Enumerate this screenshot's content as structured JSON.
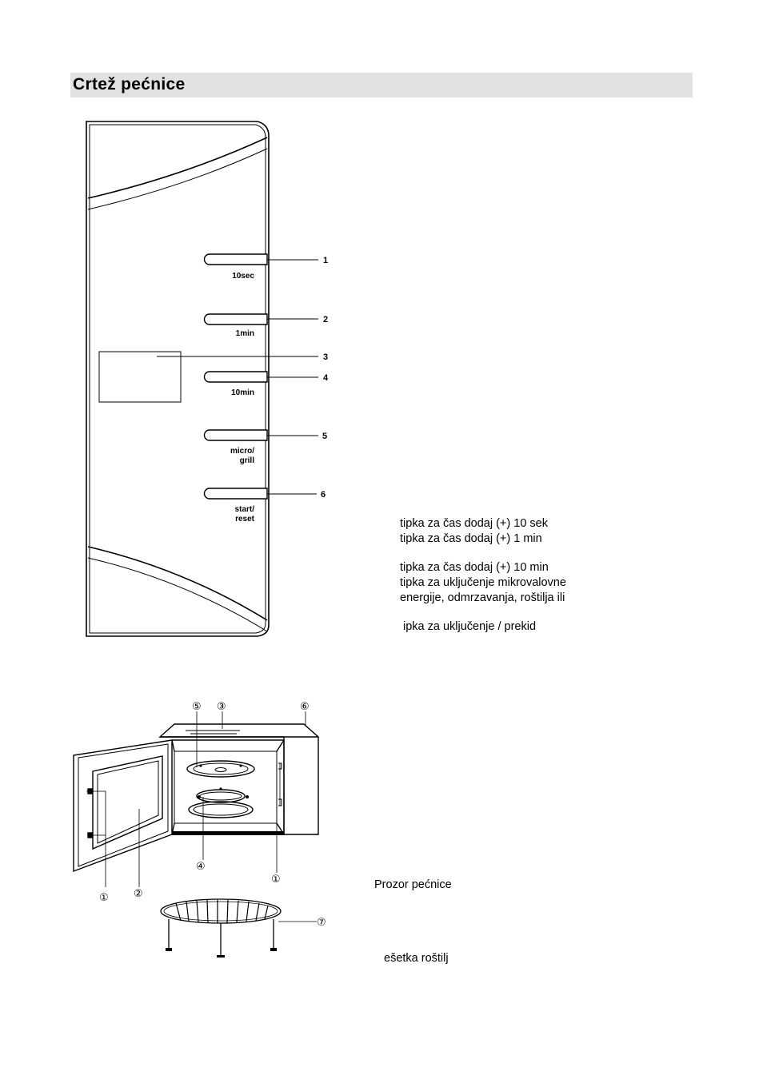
{
  "page": {
    "title": "Crtež pećnice"
  },
  "control_panel": {
    "buttons": [
      {
        "number": "1",
        "label": "10sec"
      },
      {
        "number": "2",
        "label": "1min"
      },
      {
        "number": "4",
        "label": "10min"
      },
      {
        "number": "5",
        "label": "micro/\ngrill"
      },
      {
        "number": "6",
        "label": "start/\nreset"
      }
    ],
    "display_number": "3"
  },
  "control_descriptions": [
    "tipka za čas dodaj (+) 10 sek",
    "tipka za čas dodaj (+) 1 min",
    "tipka za čas dodaj (+) 10 min",
    "tipka za uključenje mikrovalovne",
    "energije, odmrzavanja, roštilja ili",
    "ipka za uključenje / prekid"
  ],
  "oven_diagram": {
    "callouts": [
      "⑤",
      "③",
      "⑥",
      "④",
      "①",
      "①",
      "②",
      "⑦"
    ]
  },
  "oven_descriptions": [
    "Prozor pećnice",
    "ešetka roštilj"
  ]
}
